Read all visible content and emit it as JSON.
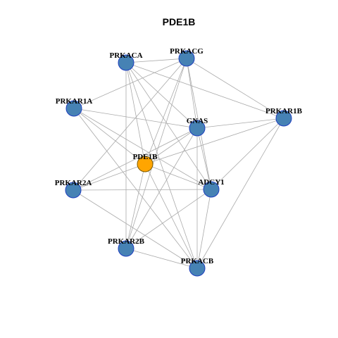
{
  "title": "PDE1B",
  "colors": {
    "hub_fill": "#FFA500",
    "hub_stroke": "#7a5a00",
    "node_fill": "#4682B4",
    "node_stroke": "#1f3fbf",
    "edge": "#aaaaaa"
  },
  "hub": "PDE1B",
  "nodes": [
    "PRKACA",
    "PRKACG",
    "PRKAR1A",
    "PRKAR1B",
    "GNAS",
    "PDE1B",
    "PRKAR2A",
    "ADCY1",
    "PRKAR2B",
    "PRKACB"
  ],
  "edges": [
    [
      "PRKACA",
      "PRKACG"
    ],
    [
      "PRKACA",
      "PRKAR1B"
    ],
    [
      "PRKACA",
      "GNAS"
    ],
    [
      "PRKACA",
      "PDE1B"
    ],
    [
      "PRKACA",
      "ADCY1"
    ],
    [
      "PRKACA",
      "PRKAR2B"
    ],
    [
      "PRKACA",
      "PRKACB"
    ],
    [
      "PRKACG",
      "PRKAR1A"
    ],
    [
      "PRKACG",
      "PRKAR1B"
    ],
    [
      "PRKACG",
      "GNAS"
    ],
    [
      "PRKACG",
      "PDE1B"
    ],
    [
      "PRKACG",
      "PRKAR2A"
    ],
    [
      "PRKACG",
      "ADCY1"
    ],
    [
      "PRKACG",
      "PRKAR2B"
    ],
    [
      "PRKAR1A",
      "GNAS"
    ],
    [
      "PRKAR1A",
      "PDE1B"
    ],
    [
      "PRKAR1A",
      "ADCY1"
    ],
    [
      "PRKAR1A",
      "PRKACB"
    ],
    [
      "PRKAR1B",
      "GNAS"
    ],
    [
      "PRKAR1B",
      "PDE1B"
    ],
    [
      "PRKAR1B",
      "ADCY1"
    ],
    [
      "PRKAR1B",
      "PRKACB"
    ],
    [
      "GNAS",
      "PDE1B"
    ],
    [
      "GNAS",
      "PRKAR2A"
    ],
    [
      "GNAS",
      "ADCY1"
    ],
    [
      "GNAS",
      "PRKAR2B"
    ],
    [
      "GNAS",
      "PRKACB"
    ],
    [
      "PDE1B",
      "PRKAR2A"
    ],
    [
      "PDE1B",
      "ADCY1"
    ],
    [
      "PDE1B",
      "PRKAR2B"
    ],
    [
      "PDE1B",
      "PRKACB"
    ],
    [
      "PRKAR2A",
      "ADCY1"
    ],
    [
      "PRKAR2A",
      "PRKACB"
    ],
    [
      "ADCY1",
      "PRKAR2B"
    ],
    [
      "ADCY1",
      "PRKACB"
    ],
    [
      "PRKAR2B",
      "PRKACB"
    ]
  ]
}
